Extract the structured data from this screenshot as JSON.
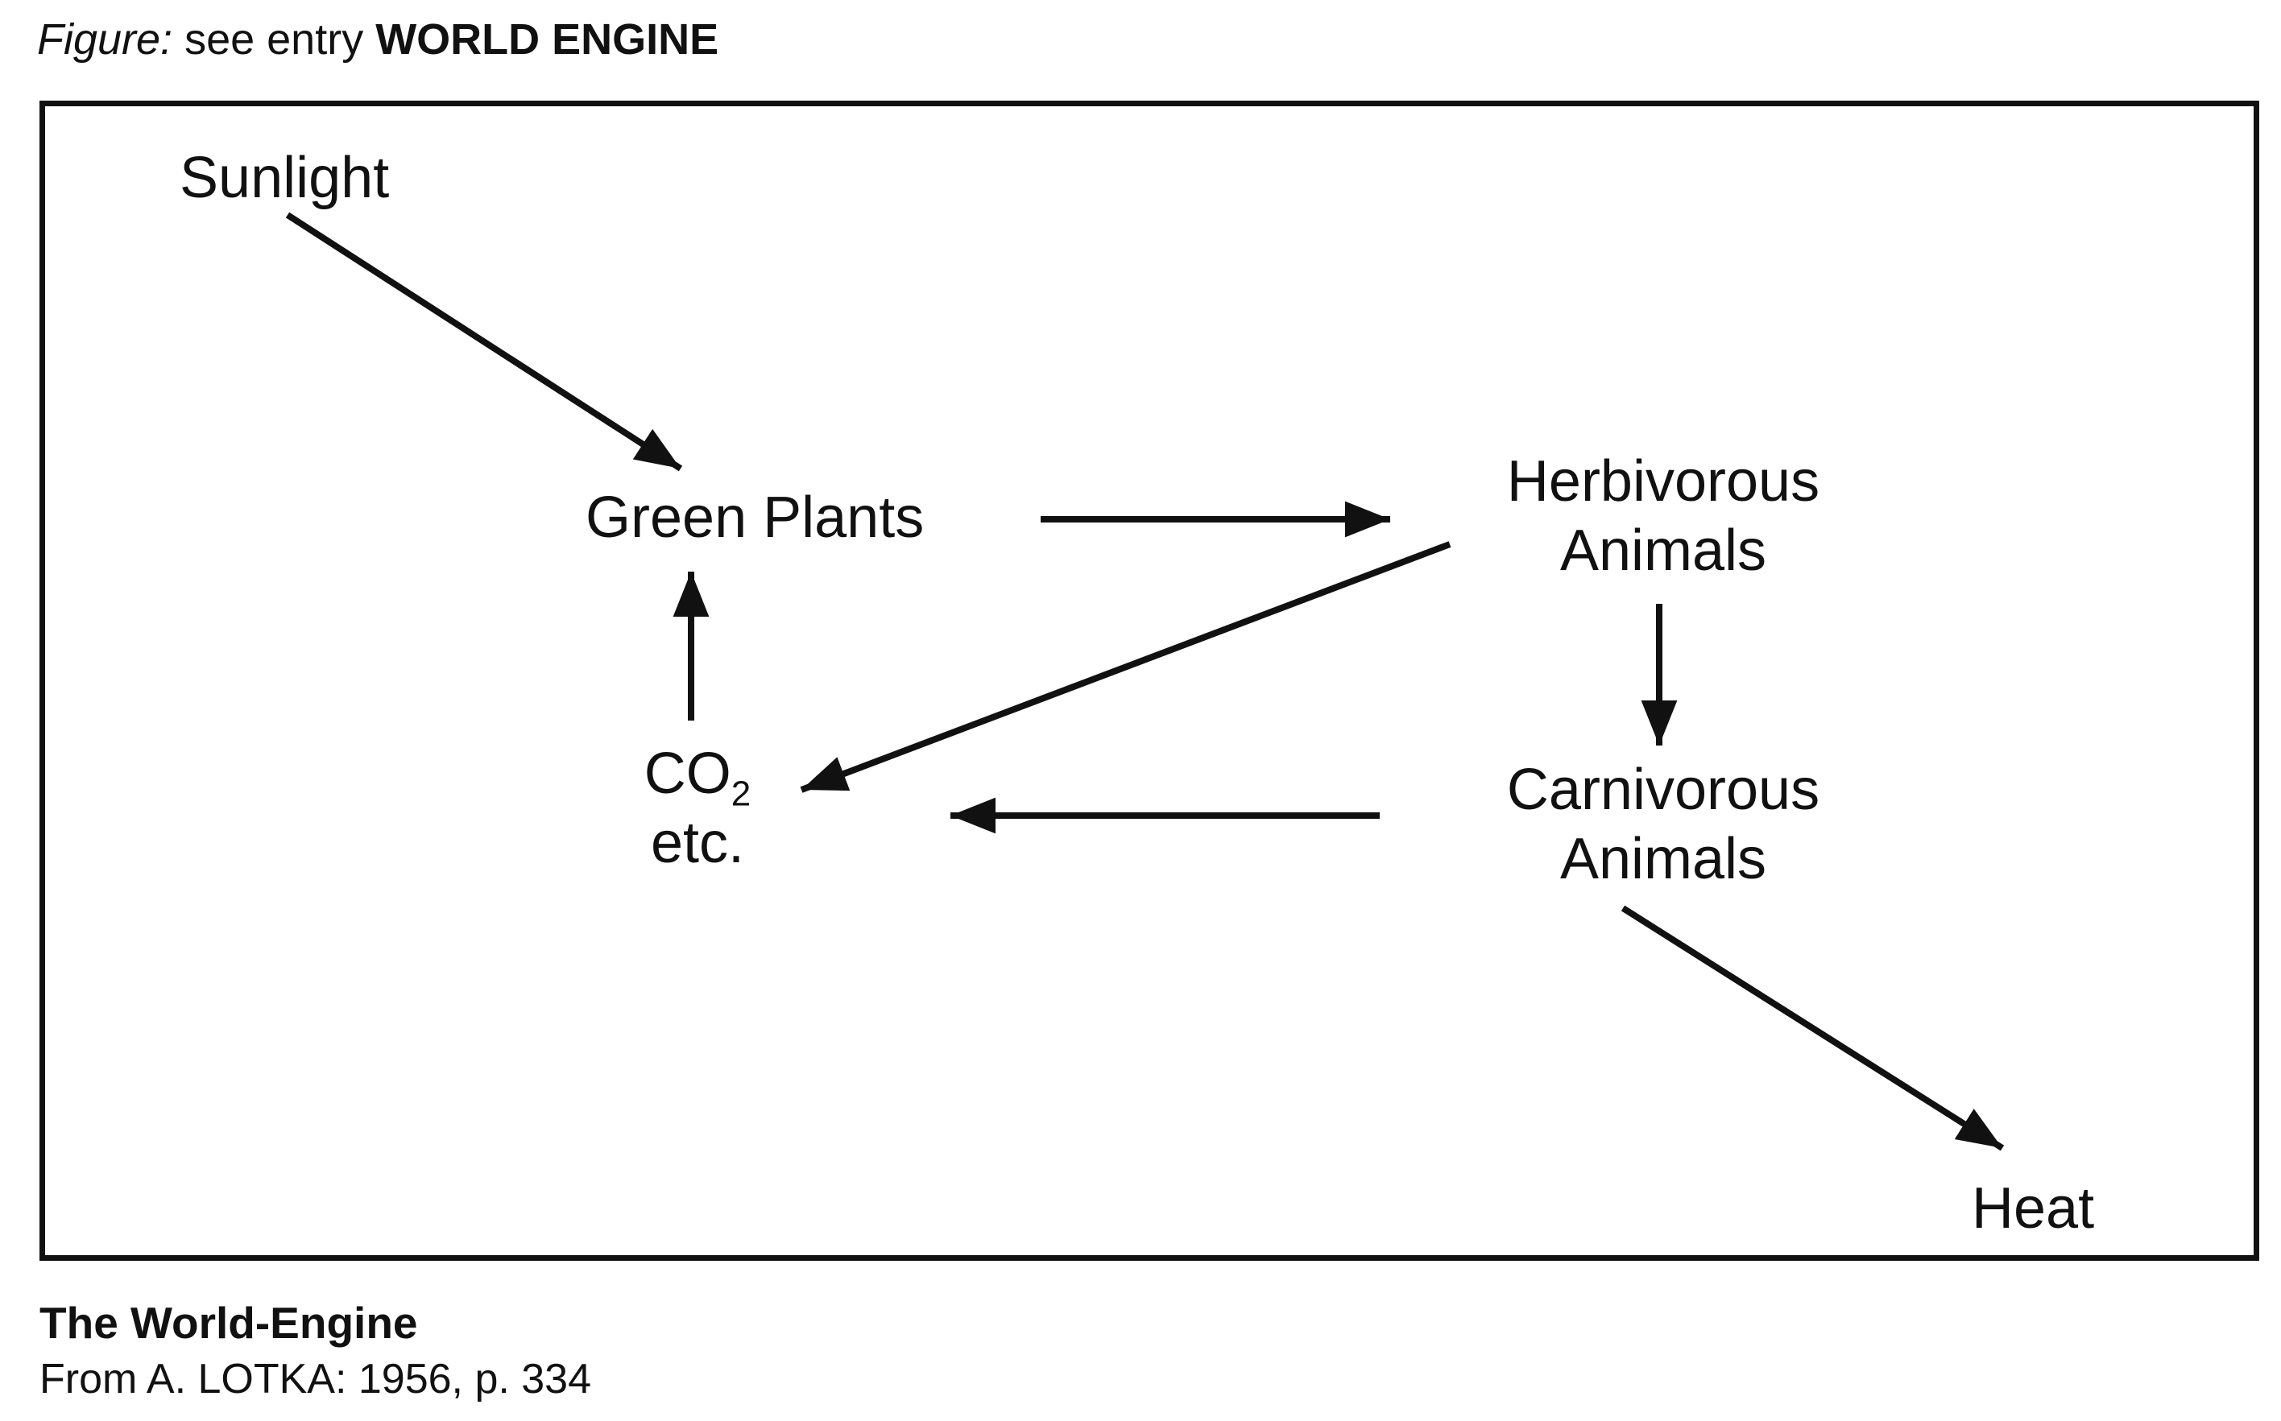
{
  "header": {
    "figure_label": "Figure:",
    "figure_text": " see entry ",
    "entry_name": "WORLD ENGINE"
  },
  "diagram": {
    "nodes": {
      "sunlight": {
        "label": "Sunlight"
      },
      "green_plants": {
        "label": "Green Plants"
      },
      "herbivorous": {
        "line1": "Herbivorous",
        "line2": "Animals"
      },
      "carnivorous": {
        "line1": "Carnivorous",
        "line2": "Animals"
      },
      "co2": {
        "formula": "CO",
        "subscript": "2",
        "line2": "etc."
      },
      "heat": {
        "label": "Heat"
      }
    },
    "edges": [
      {
        "id": "sunlight_to_green_plants",
        "from": "Sunlight",
        "to": "Green Plants"
      },
      {
        "id": "green_plants_to_herbivorous",
        "from": "Green Plants",
        "to": "Herbivorous Animals"
      },
      {
        "id": "herbivorous_to_co2",
        "from": "Herbivorous Animals",
        "to": "CO2 etc."
      },
      {
        "id": "herbivorous_to_carnivorous",
        "from": "Herbivorous Animals",
        "to": "Carnivorous Animals"
      },
      {
        "id": "carnivorous_to_co2",
        "from": "Carnivorous Animals",
        "to": "CO2 etc."
      },
      {
        "id": "co2_to_green_plants",
        "from": "CO2 etc.",
        "to": "Green Plants"
      },
      {
        "id": "carnivorous_to_heat",
        "from": "Carnivorous Animals",
        "to": "Heat"
      }
    ]
  },
  "caption": {
    "title": "The World-Engine",
    "source": "From A. LOTKA: 1956, p. 334"
  },
  "colors": {
    "ink": "#111111",
    "background": "#ffffff"
  }
}
